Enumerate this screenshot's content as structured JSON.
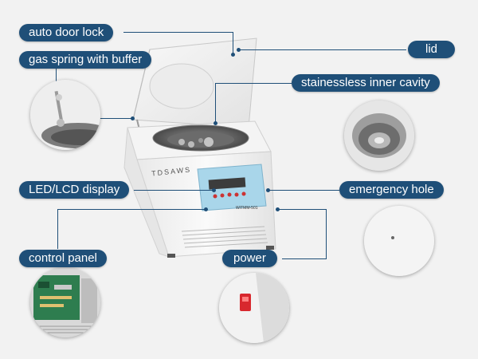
{
  "labels": {
    "auto_door_lock": "auto door lock",
    "gas_spring": "gas spring with buffer",
    "lid": "lid",
    "inner_cavity": "stainessless inner cavity",
    "display": "LED/LCD display",
    "emergency_hole": "emergency hole",
    "control_panel": "control panel",
    "power": "power"
  },
  "device": {
    "brand": "TDSAWS",
    "model": "WITMM-501"
  },
  "colors": {
    "label_bg": "#1f4f78",
    "label_text": "#ffffff",
    "background": "#f2f2f2",
    "display_panel": "#a9d6ea",
    "power_switch": "#d8282e",
    "circuit_board": "#2e7d4f"
  }
}
